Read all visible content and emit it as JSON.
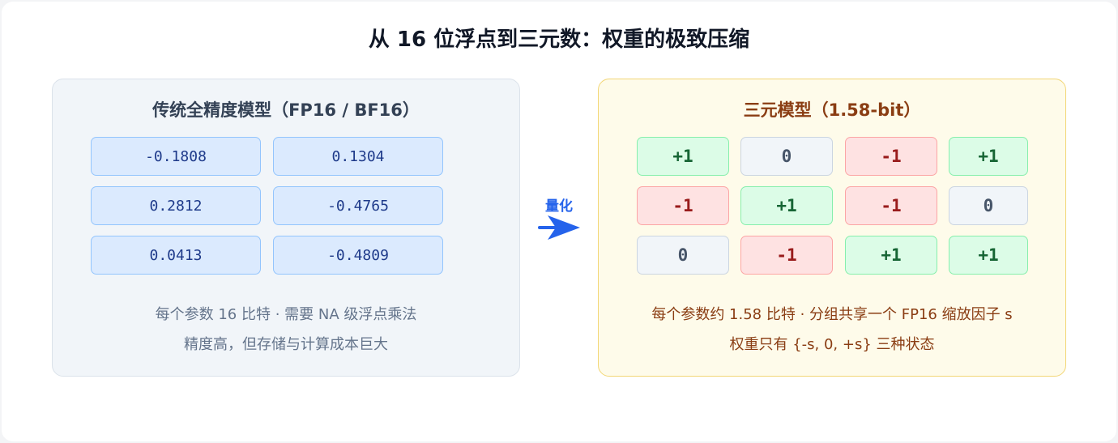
{
  "title": "从 16 位浮点到三元数：权重的极致压缩",
  "left": {
    "title": "传统全精度模型（FP16 / BF16）",
    "values": [
      "-0.1808",
      "0.1304",
      "0.2812",
      "-0.4765",
      "0.0413",
      "-0.4809"
    ],
    "caption_line1": "每个参数 16 比特 · 需要 NA 级浮点乘法",
    "caption_line2": "精度高，但存储与计算成本巨大"
  },
  "arrow": {
    "label": "量化",
    "icon": "right-arrow-icon",
    "color": "#2563eb"
  },
  "right": {
    "title": "三元模型（1.58-bit）",
    "values": [
      "+1",
      "0",
      "-1",
      "+1",
      "-1",
      "+1",
      "-1",
      "0",
      "0",
      "-1",
      "+1",
      "+1"
    ],
    "caption_line1": "每个参数约 1.58 比特 · 分组共享一个 FP16 缩放因子 s",
    "caption_line2": "权重只有 {-s, 0, +s} 三种状态"
  },
  "colors": {
    "positive": "#166534",
    "negative": "#991b1b",
    "zero": "#475569",
    "fp_cell": "#1e3a8a"
  }
}
